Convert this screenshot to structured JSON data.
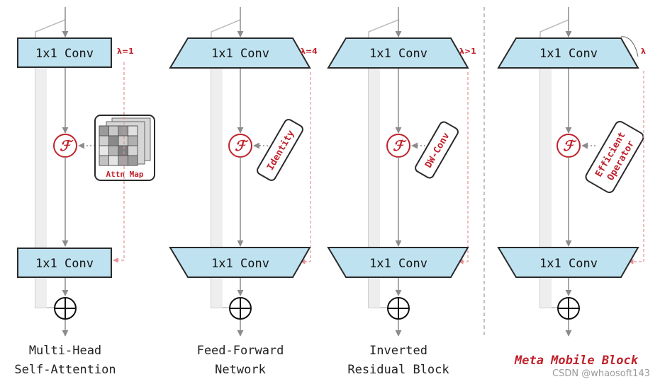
{
  "colors": {
    "conv_fill": "#bfe2f0",
    "conv_stroke": "#2a2a2a",
    "arrow": "#8c8c8c",
    "accent_red": "#c0222b",
    "dashed_red": "#e58f95"
  },
  "blocks": [
    {
      "top_conv": "1x1 Conv",
      "bottom_conv": "1x1 Conv",
      "lambda": "λ=1",
      "operator_label": "Attn Map",
      "caption_line1": "Multi-Head",
      "caption_line2": "Self-Attention"
    },
    {
      "top_conv": "1x1 Conv",
      "bottom_conv": "1x1 Conv",
      "lambda": "λ=4",
      "operator_label": "Identity",
      "caption_line1": "Feed-Forward",
      "caption_line2": "Network"
    },
    {
      "top_conv": "1x1 Conv",
      "bottom_conv": "1x1 Conv",
      "lambda": "λ>1",
      "operator_label": "DW-Conv",
      "caption_line1": "Inverted",
      "caption_line2": "Residual Block"
    },
    {
      "top_conv": "1x1 Conv",
      "bottom_conv": "1x1 Conv",
      "lambda": "λ",
      "operator_label_line1": "Efficient",
      "operator_label_line2": "Operator",
      "caption": "Meta Mobile Block"
    }
  ],
  "operator_symbol": "ℱ",
  "watermark": "CSDN @whaosoft143"
}
